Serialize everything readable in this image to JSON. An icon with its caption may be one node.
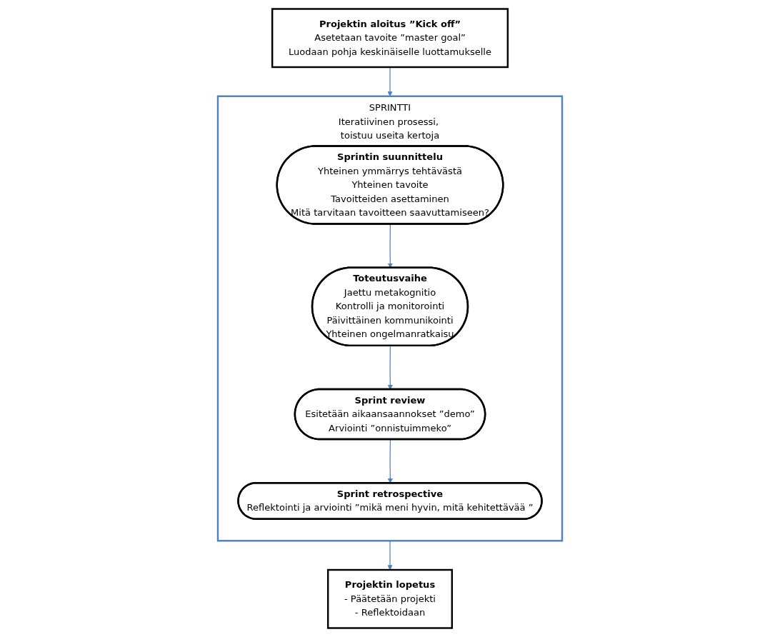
{
  "diagram": {
    "nodes": [
      {
        "text": [
          "Projektin aloitus ”Kick off”",
          "Asetetaan tavoite ”master goal”",
          "Luodaan pohja keskinäiselle luottamukselle"
        ]
      },
      {
        "text": [
          "SPRINTTI",
          "Iteratiivinen prosessi, toistuu useita kertoja"
        ]
      },
      {
        "text": [
          "Sprintin suunnittelu",
          "Yhteinen ymmärrys  tehtävästä",
          "Yhteinen tavoite",
          "Tavoitteiden asettaminen",
          "Mitä tarvitaan tavoitteen saavuttamiseen?"
        ],
        "in": 1
      },
      {
        "text": [
          "Toteutusvaihe",
          "Jaettu metakognitio",
          "Kontrolli ja monitorointi",
          "Päivittäinen kommunikointi",
          "Yhteinen ongelmanratkaisu"
        ],
        "in": 1
      },
      {
        "text": [
          "Sprint review",
          "Esitetään aikaansaannokset ”demo”",
          "Arviointi  ”onnistuimmeko”"
        ],
        "in": 1
      },
      {
        "text": [
          "Sprint retrospective",
          "Reflektointi ja arviointi  ”mikä meni hyvin, mitä kehitettävää ”"
        ],
        "in": 1
      },
      {
        "text": [
          "Projektin lopetus",
          "- Päätetään projekti",
          "- Reflektoidaan"
        ]
      }
    ],
    "edges": [
      {
        "from": 0,
        "to": 1,
        "arrow": "to"
      },
      {
        "from": 2,
        "to": 3,
        "arrow": "to"
      },
      {
        "from": 3,
        "to": 4,
        "arrow": "to"
      },
      {
        "from": 4,
        "to": 5,
        "arrow": "to"
      },
      {
        "from": 1,
        "to": 6,
        "arrow": "to"
      }
    ]
  }
}
